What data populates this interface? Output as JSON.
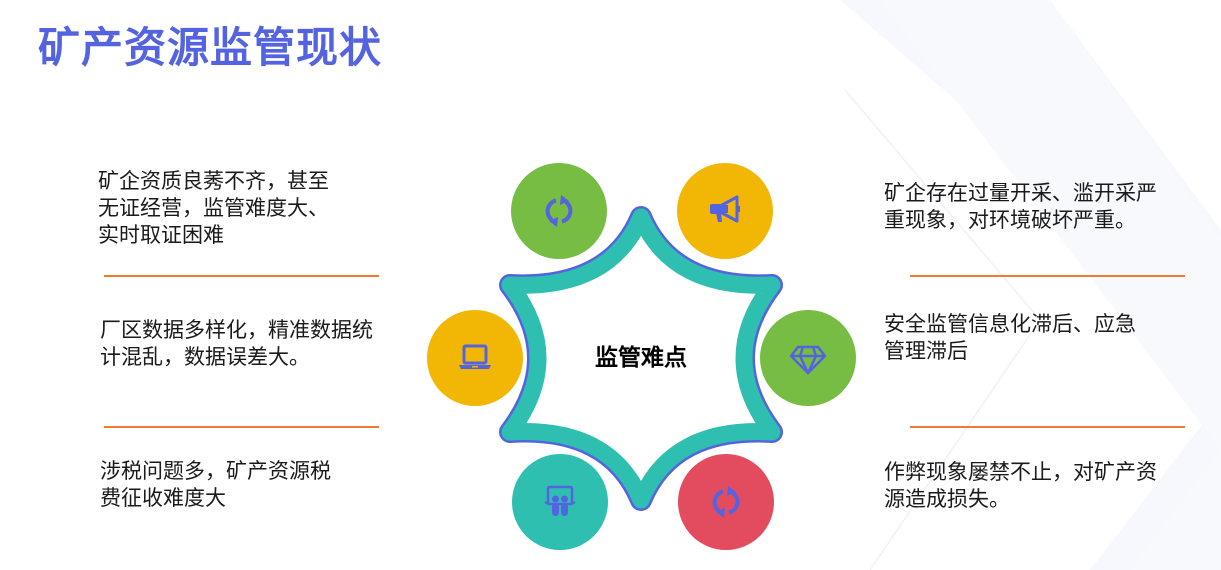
{
  "title": "矿产资源监管现状",
  "center": {
    "label": "监管难点"
  },
  "colors": {
    "title": "#5464E0",
    "divider": "#ED7D31",
    "icon": "#5464E0",
    "star_fill": "#2FBFB0",
    "star_stroke": "#5464E0",
    "green": "#77BC43",
    "yellow": "#F2B705",
    "teal": "#2FBFB0",
    "red": "#E34B5F",
    "background_chevron": "#F6F8FD"
  },
  "left_items": [
    {
      "lines": [
        "矿企资质良莠不齐，甚至",
        "无证经营，监管难度大、",
        "实时取证困难"
      ]
    },
    {
      "lines": [
        "厂区数据多样化，精准数据统",
        "计混乱，数据误差大。"
      ]
    },
    {
      "lines": [
        "涉税问题多，矿产资源税",
        "费征收难度大"
      ]
    }
  ],
  "right_items": [
    {
      "lines": [
        "矿企存在过量开采、滥开采严",
        "重现象，对环境破坏严重。"
      ]
    },
    {
      "lines": [
        "安全监管信息化滞后、应急",
        "管理滞后"
      ]
    },
    {
      "lines": [
        "作弊现象屡禁不止，对矿产资",
        "源造成损失。"
      ]
    }
  ],
  "circles": [
    {
      "position": "top-left",
      "color": "green",
      "icon": "refresh-icon"
    },
    {
      "position": "top-right",
      "color": "yellow",
      "icon": "megaphone-icon"
    },
    {
      "position": "left",
      "color": "yellow",
      "icon": "laptop-icon"
    },
    {
      "position": "right",
      "color": "green",
      "icon": "diamond-icon"
    },
    {
      "position": "bottom-left",
      "color": "teal",
      "icon": "presentation-board-icon"
    },
    {
      "position": "bottom-right",
      "color": "red",
      "icon": "refresh-icon"
    }
  ]
}
